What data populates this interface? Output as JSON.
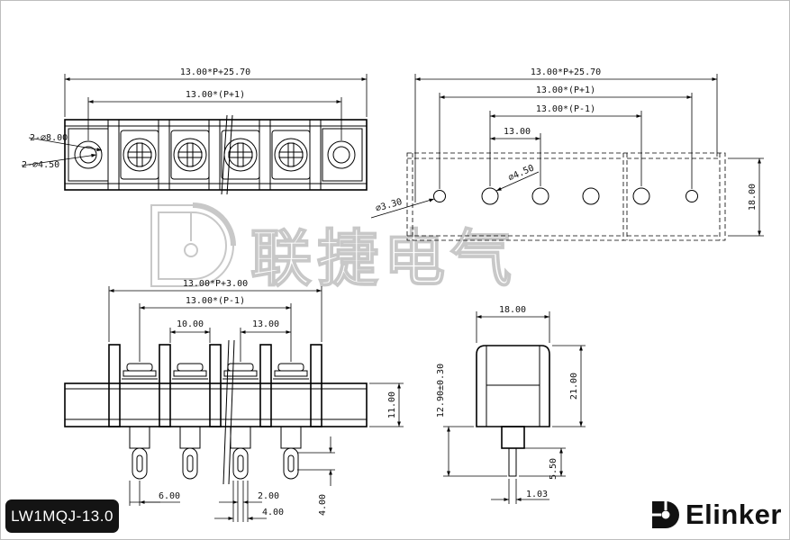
{
  "title": "LW1MQJ-13.0",
  "brand": {
    "name": "Elinker",
    "watermark": "联捷电气"
  },
  "top_view": {
    "dims": {
      "overall": "13.00*P+25.70",
      "pitch_span": "13.00*(P+1)",
      "mount_hole": "2-⌀8.00",
      "screw_hole": "2-⌀4.50"
    }
  },
  "pcb_layout": {
    "dims": {
      "overall": "13.00*P+25.70",
      "span_p_plus_1": "13.00*(P+1)",
      "span_p_minus_1": "13.00*(P-1)",
      "pitch": "13.00",
      "hole_large": "⌀4.50",
      "hole_small": "⌀3.30",
      "depth": "18.00"
    }
  },
  "front_view": {
    "dims": {
      "overall": "13.00*P+3.00",
      "span": "13.00*(P-1)",
      "barrier_gap": "10.00",
      "pitch": "13.00",
      "height": "11.00",
      "pin_offset": "6.00",
      "pin_width": "2.00",
      "pin_pitch": "4.00",
      "pin_slot": "4.00"
    }
  },
  "side_view": {
    "dims": {
      "width": "18.00",
      "height": "21.00",
      "body_height": "12.90±0.30",
      "pin_length": "5.50",
      "pin_thickness": "1.03"
    }
  }
}
